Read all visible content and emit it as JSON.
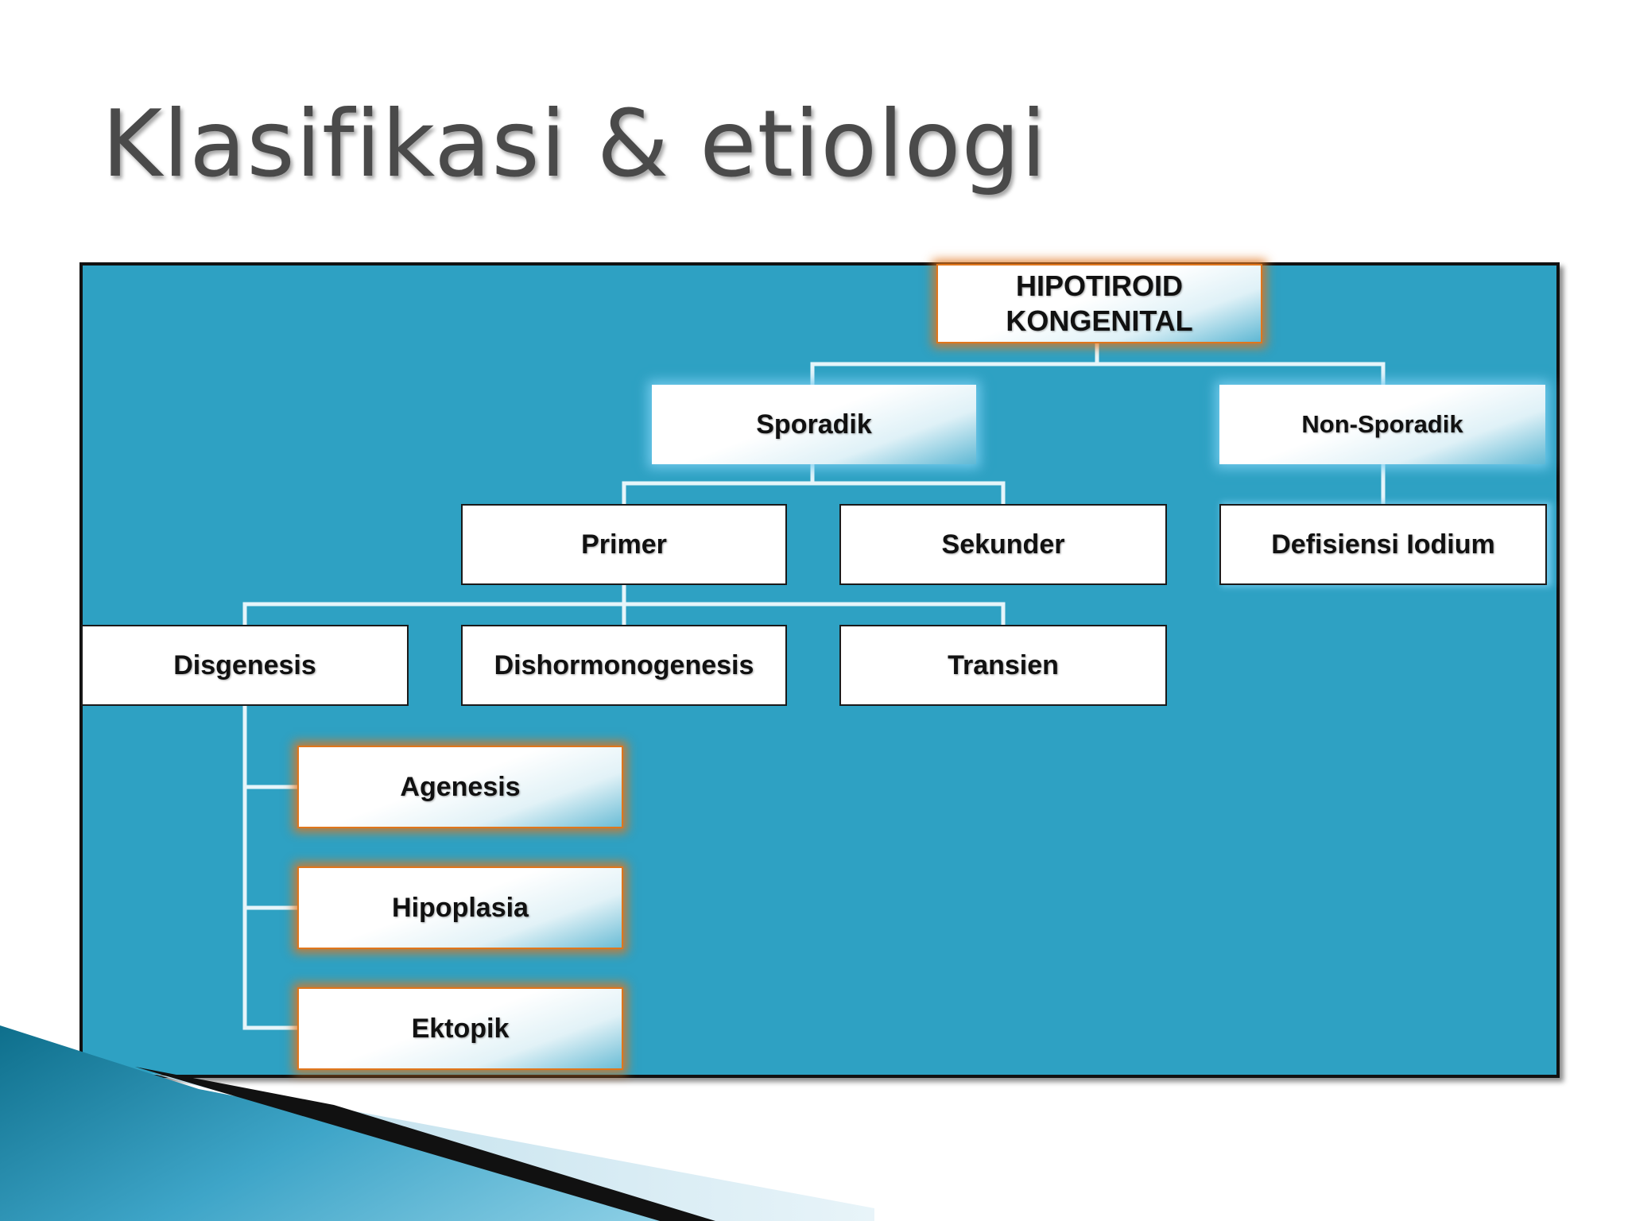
{
  "title": "Klasifikasi & etiologi",
  "colors": {
    "panel": "#2ea1c3",
    "connector": "#e6f5fa",
    "node_border_orange": "#e0761c",
    "title_text": "#4a4a4a"
  },
  "diagram": {
    "root": {
      "line1": "HIPOTIROID",
      "line2": "KONGENITAL"
    },
    "sporadik": "Sporadik",
    "non_sporadik": "Non-Sporadik",
    "primer": "Primer",
    "sekunder": "Sekunder",
    "defisiensi": "Defisiensi Iodium",
    "disgenesis": "Disgenesis",
    "dishormonogenesis": "Dishormonogenesis",
    "transien": "Transien",
    "agenesis": "Agenesis",
    "hipoplasia": "Hipoplasia",
    "ektopik": "Ektopik"
  }
}
